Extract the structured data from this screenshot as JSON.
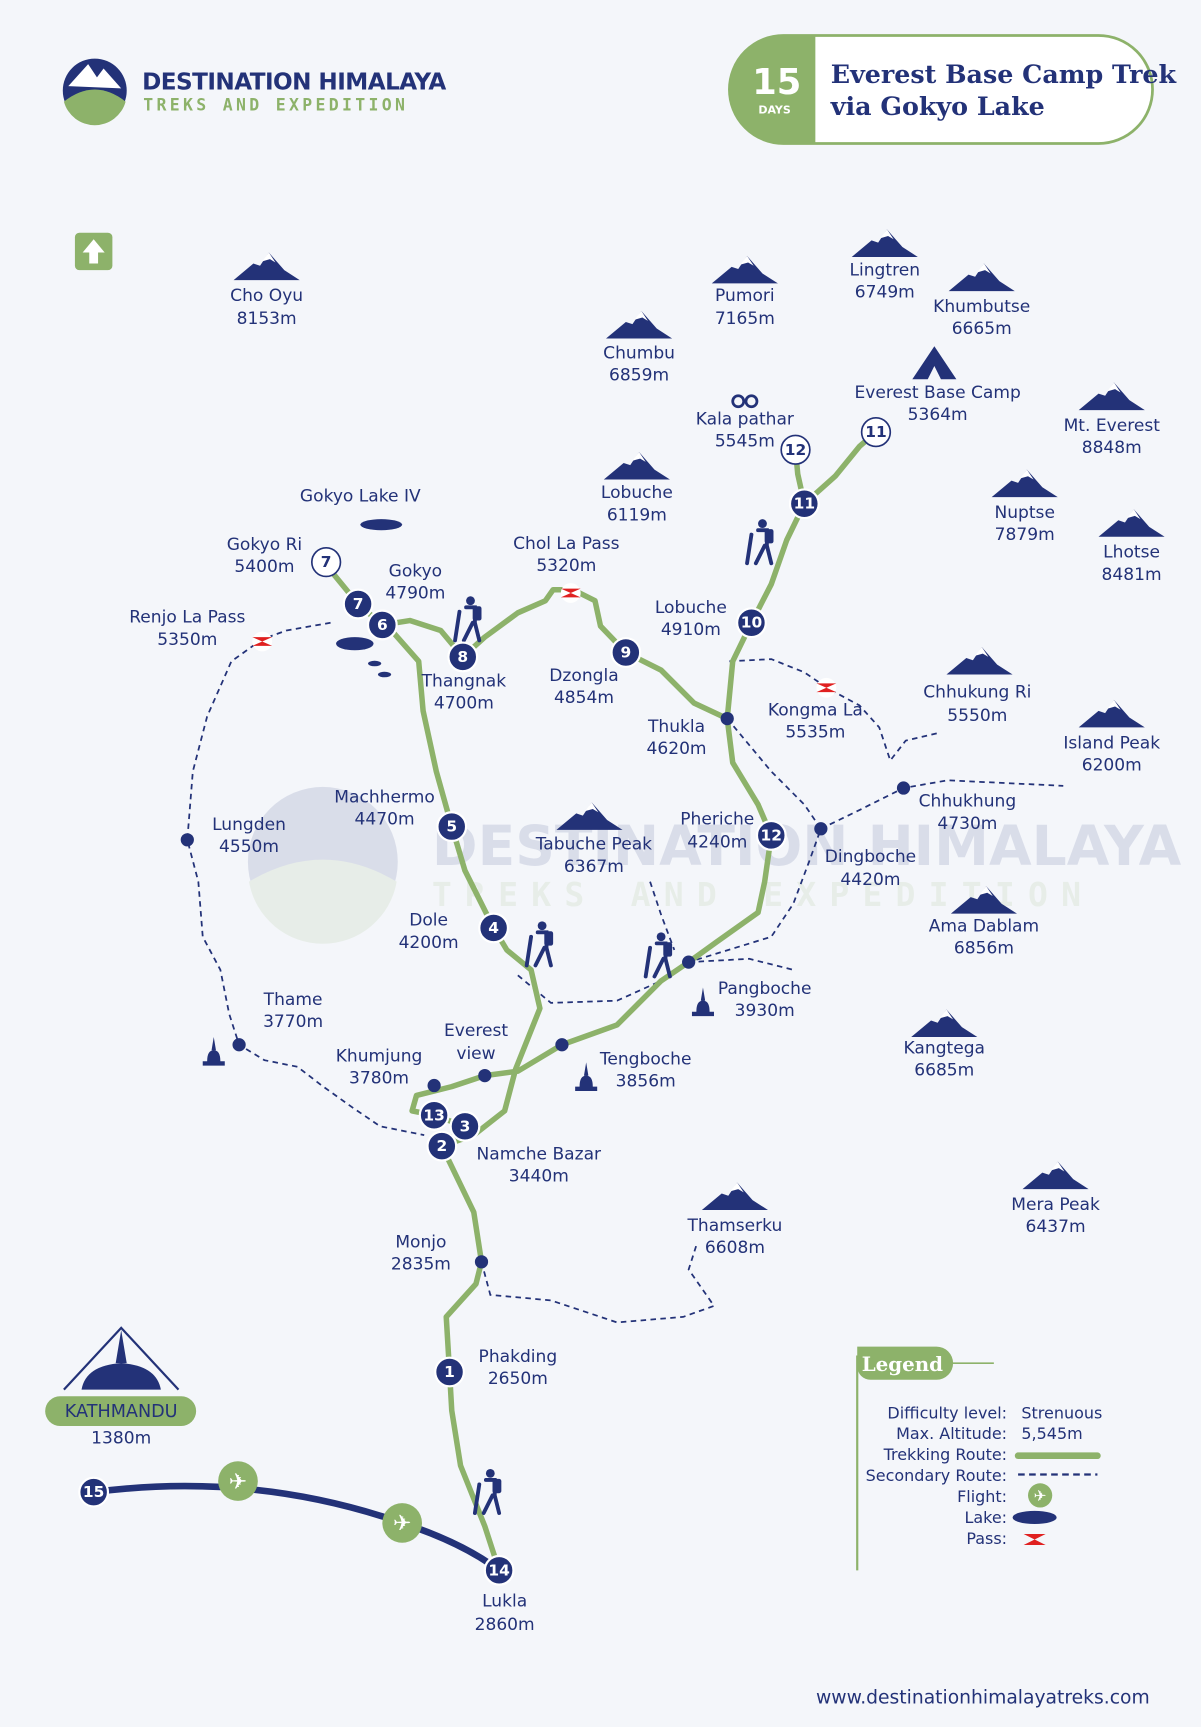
{
  "brand": {
    "name": "DESTINATION HIMALAYA",
    "tagline": "TREKS AND EXPEDITION"
  },
  "header": {
    "days": "15",
    "days_label": "DAYS",
    "title_line1": "Everest Base Camp Trek",
    "title_line2": "via Gokyo Lake"
  },
  "colors": {
    "navy": "#233278",
    "green": "#8db26a",
    "background": "#f4f6fa",
    "pass": "#e02020"
  },
  "places": [
    {
      "name": "Cho Oyu",
      "altitude": "8153m",
      "icon": "mountain"
    },
    {
      "name": "Pumori",
      "altitude": "7165m",
      "icon": "mountain"
    },
    {
      "name": "Lingtren",
      "altitude": "6749m",
      "icon": "mountain"
    },
    {
      "name": "Khumbutse",
      "altitude": "6665m",
      "icon": "mountain"
    },
    {
      "name": "Chumbu",
      "altitude": "6859m",
      "icon": "mountain"
    },
    {
      "name": "Everest Base Camp",
      "altitude": "5364m",
      "icon": "tent"
    },
    {
      "name": "Kala pathar",
      "altitude": "5545m",
      "icon": "binoculars"
    },
    {
      "name": "Mt. Everest",
      "altitude": "8848m",
      "icon": "mountain"
    },
    {
      "name": "Lobuche",
      "altitude": "6119m",
      "icon": "mountain"
    },
    {
      "name": "Nuptse",
      "altitude": "7879m",
      "icon": "mountain"
    },
    {
      "name": "Lhotse",
      "altitude": "8481m",
      "icon": "mountain"
    },
    {
      "name": "Gokyo Lake IV",
      "altitude": "",
      "icon": "none"
    },
    {
      "name": "Gokyo Ri",
      "altitude": "5400m",
      "icon": "none"
    },
    {
      "name": "Chol La Pass",
      "altitude": "5320m",
      "icon": "none"
    },
    {
      "name": "Gokyo",
      "altitude": "4790m",
      "icon": "none"
    },
    {
      "name": "Renjo La Pass",
      "altitude": "5350m",
      "icon": "none"
    },
    {
      "name": "Lobuche",
      "altitude": "4910m",
      "icon": "none"
    },
    {
      "name": "Thangnak",
      "altitude": "4700m",
      "icon": "none"
    },
    {
      "name": "Dzongla",
      "altitude": "4854m",
      "icon": "none"
    },
    {
      "name": "Chhukung Ri",
      "altitude": "5550m",
      "icon": "mountain"
    },
    {
      "name": "Kongma La",
      "altitude": "5535m",
      "icon": "none"
    },
    {
      "name": "Thukla",
      "altitude": "4620m",
      "icon": "none"
    },
    {
      "name": "Island Peak",
      "altitude": "6200m",
      "icon": "mountain"
    },
    {
      "name": "Machhermo",
      "altitude": "4470m",
      "icon": "none"
    },
    {
      "name": "Chhukhung",
      "altitude": "4730m",
      "icon": "none"
    },
    {
      "name": "Lungden",
      "altitude": "4550m",
      "icon": "none"
    },
    {
      "name": "Pheriche",
      "altitude": "4240m",
      "icon": "none"
    },
    {
      "name": "Tabuche Peak",
      "altitude": "6367m",
      "icon": "mountain"
    },
    {
      "name": "Dingboche",
      "altitude": "4420m",
      "icon": "none"
    },
    {
      "name": "Ama Dablam",
      "altitude": "6856m",
      "icon": "mountain"
    },
    {
      "name": "Dole",
      "altitude": "4200m",
      "icon": "none"
    },
    {
      "name": "Pangboche",
      "altitude": "3930m",
      "icon": "stupa"
    },
    {
      "name": "Thame",
      "altitude": "3770m",
      "icon": "stupa"
    },
    {
      "name": "Everest",
      "altitude": "view",
      "icon": "none"
    },
    {
      "name": "Kangtega",
      "altitude": "6685m",
      "icon": "mountain"
    },
    {
      "name": "Khumjung",
      "altitude": "3780m",
      "icon": "none"
    },
    {
      "name": "Tengboche",
      "altitude": "3856m",
      "icon": "stupa"
    },
    {
      "name": "Namche Bazar",
      "altitude": "3440m",
      "icon": "none"
    },
    {
      "name": "Mera Peak",
      "altitude": "6437m",
      "icon": "mountain"
    },
    {
      "name": "Thamserku",
      "altitude": "6608m",
      "icon": "mountain"
    },
    {
      "name": "Monjo",
      "altitude": "2835m",
      "icon": "none"
    },
    {
      "name": "Phakding",
      "altitude": "2650m",
      "icon": "none"
    },
    {
      "name": "KATHMANDU",
      "altitude": "1380m",
      "icon": "stupa-large"
    },
    {
      "name": "Lukla",
      "altitude": "2860m",
      "icon": "none"
    }
  ],
  "day_markers": [
    "1",
    "2",
    "3",
    "4",
    "5",
    "6",
    "7",
    "8",
    "9",
    "10",
    "11",
    "12",
    "11",
    "12",
    "13",
    "14",
    "15"
  ],
  "legend": {
    "title": "Legend",
    "rows": [
      {
        "label": "Difficulty level:",
        "value": "Strenuous"
      },
      {
        "label": "Max. Altitude:",
        "value": "5,545m"
      },
      {
        "label": "Trekking Route:",
        "value": ""
      },
      {
        "label": "Secondary Route:",
        "value": ""
      },
      {
        "label": "Flight:",
        "value": ""
      },
      {
        "label": "Lake:",
        "value": ""
      },
      {
        "label": "Pass:",
        "value": ""
      }
    ]
  },
  "website": "www.destinationhimalayatreks.com"
}
